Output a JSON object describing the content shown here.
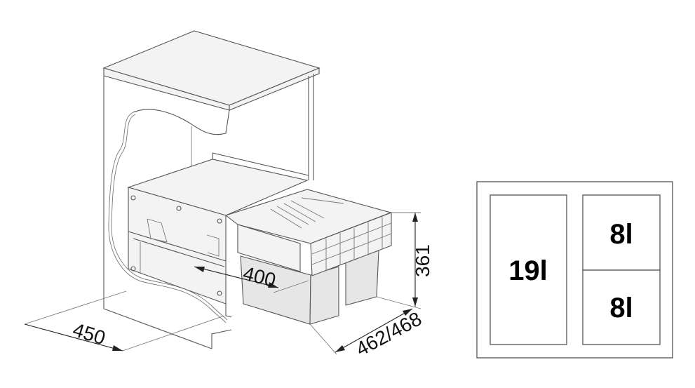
{
  "dimensions": {
    "cabinet_depth": "450",
    "drawer_width": "400",
    "bin_depth": "462/468",
    "height": "361"
  },
  "compartments": {
    "left": "19l",
    "right_top": "8l",
    "right_bottom": "8l"
  }
}
